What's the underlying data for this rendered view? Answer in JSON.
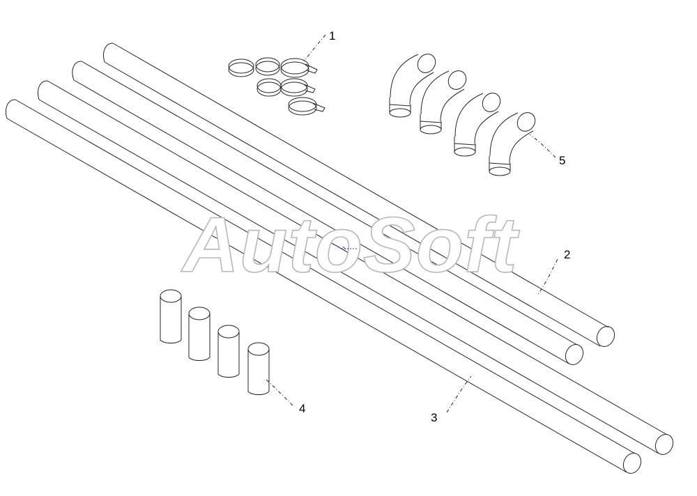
{
  "watermark": "AutoSoft",
  "callouts": [
    {
      "id": "1",
      "label": "1"
    },
    {
      "id": "2",
      "label": "2"
    },
    {
      "id": "3",
      "label": "3"
    },
    {
      "id": "4",
      "label": "4"
    },
    {
      "id": "5",
      "label": "5"
    }
  ],
  "colors": {
    "line": "#222222",
    "watermark_outline": "#b8b8b8",
    "background": "#ffffff",
    "marker": "#1a33cc"
  }
}
